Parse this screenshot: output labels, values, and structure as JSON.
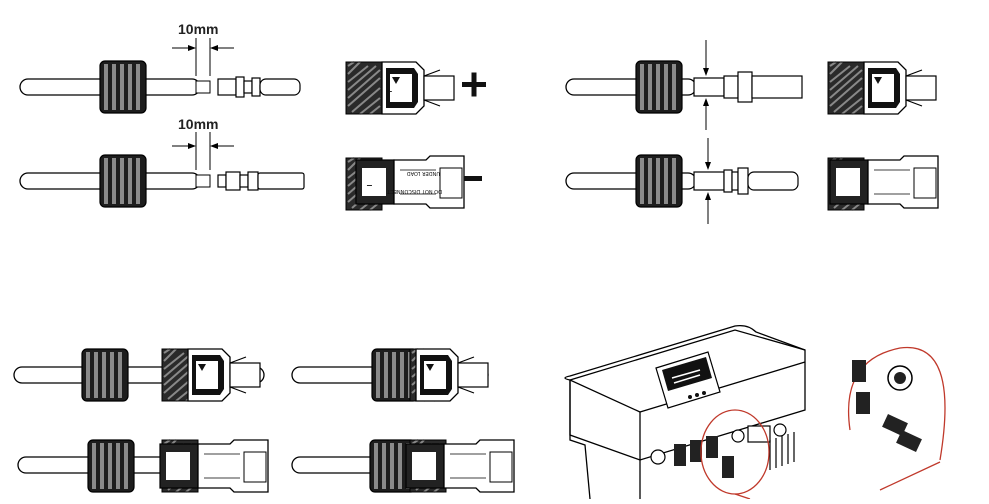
{
  "dimensions": {
    "strip_length_top": "10mm",
    "strip_length_bottom": "10mm"
  },
  "polarity": {
    "positive": "+",
    "negative": "−"
  },
  "connector_markings": {
    "do_not_disconnect": "DO NOT DISCONNECT",
    "under_load": "UNDER LOAD"
  }
}
